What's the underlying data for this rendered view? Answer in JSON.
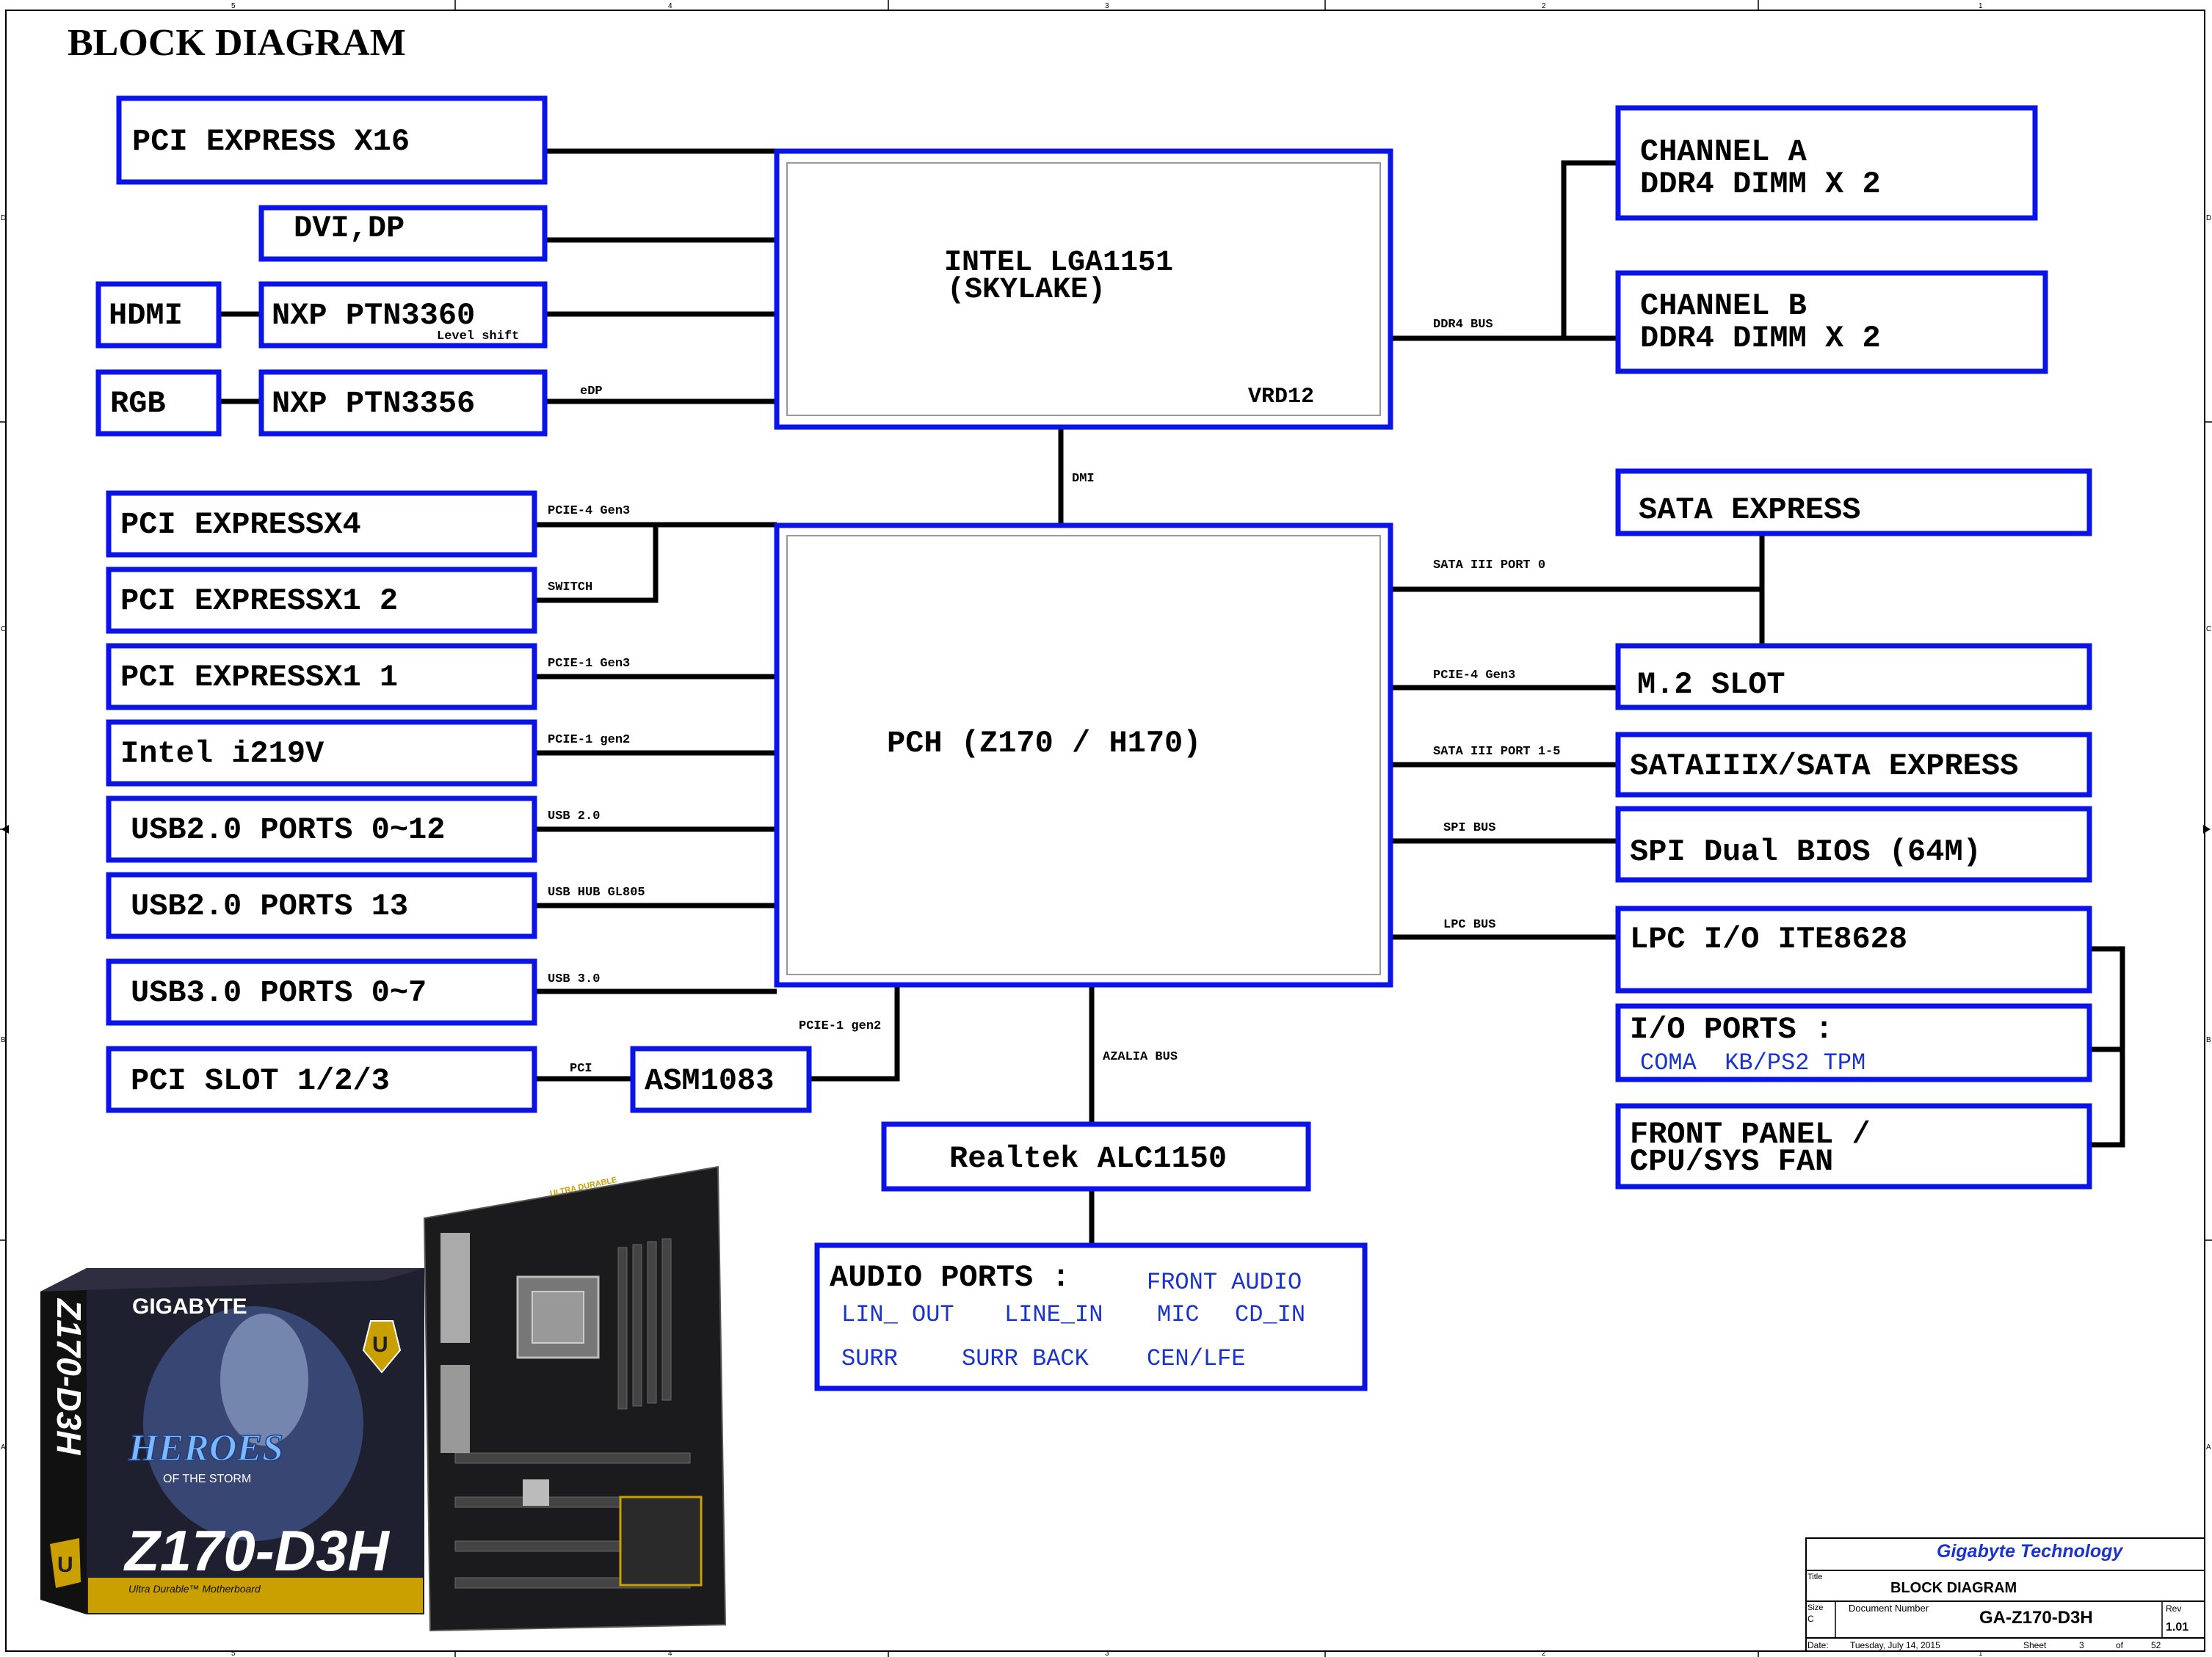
{
  "title": "BLOCK DIAGRAM",
  "colors": {
    "box_border": "#0a14e6",
    "wire": "#000000",
    "blue_text": "#1a33cc"
  },
  "border_labels": {
    "top": [
      "5",
      "4",
      "3",
      "2",
      "1"
    ],
    "bottom": [
      "5",
      "4",
      "3",
      "2",
      "1"
    ],
    "left": [
      "D",
      "C",
      "B",
      "A"
    ],
    "right": [
      "D",
      "C",
      "B",
      "A"
    ]
  },
  "blocks": {
    "cpu": {
      "line1": "INTEL LGA1151",
      "line2": "(SKYLAKE)",
      "vrd": "VRD12"
    },
    "pch": {
      "label": "PCH (Z170 / H170)"
    },
    "pcie_x16": "PCI EXPRESS X16",
    "dvi_dp": "DVI,DP",
    "hdmi": "HDMI",
    "ptn3360": "NXP PTN3360",
    "ptn3360_note": "Level shift",
    "rgb": "RGB",
    "ptn3356": "NXP PTN3356",
    "pcie_x4": "PCI EXPRESSX4",
    "pcie_x1_2": "PCI EXPRESSX1 2",
    "pcie_x1_1": "PCI EXPRESSX1 1",
    "lan": "Intel i219V",
    "usb20_0_12": "USB2.0 PORTS 0~12",
    "usb20_13": "USB2.0 PORTS 13",
    "usb30": "USB3.0 PORTS 0~7",
    "pci_slot": "PCI SLOT 1/2/3",
    "asm1083": "ASM1083",
    "chan_a": {
      "line1": "CHANNEL A",
      "line2": "DDR4  DIMM X 2"
    },
    "chan_b": {
      "line1": "CHANNEL B",
      "line2": "DDR4 DIMM X 2"
    },
    "sata_express": "SATA EXPRESS",
    "m2": "M.2 SLOT",
    "sataiii": "SATAIIIX/SATA EXPRESS",
    "spi": "SPI Dual BIOS (64M)",
    "lpc_io": "LPC I/O ITE8628",
    "io_ports": {
      "line1": "I/O PORTS :",
      "line2": "COMA  KB/PS2 TPM"
    },
    "front_panel": {
      "line1": "FRONT PANEL /",
      "line2": "CPU/SYS FAN"
    },
    "realtek": "Realtek ALC1150",
    "audio": {
      "head": "AUDIO PORTS :",
      "front": "FRONT AUDIO",
      "row1": [
        "LIN_ OUT",
        "LINE_IN",
        "MIC",
        "CD_IN"
      ],
      "row2": [
        "SURR",
        "SURR BACK",
        "CEN/LFE"
      ]
    }
  },
  "signals": {
    "edp": "eDP",
    "ddr4_bus": "DDR4 BUS",
    "dmi": "DMI",
    "pcie4_gen3": "PCIE-4 Gen3",
    "switch": "SWITCH",
    "pcie1_gen3": "PCIE-1 Gen3",
    "pcie1_gen2": "PCIE-1 gen2",
    "usb20": "USB 2.0",
    "usb_hub": "USB HUB GL805",
    "usb30": "USB 3.0",
    "pcie1_gen2_asm": "PCIE-1 gen2",
    "pci": "PCI",
    "azalia": "AZALIA BUS",
    "sata3_port0": "SATA III PORT 0",
    "pcie4_gen3_m2": "PCIE-4 Gen3",
    "sata3_port15": "SATA III PORT 1-5",
    "spi_bus": "SPI BUS",
    "lpc_bus": "LPC BUS"
  },
  "product_box": {
    "brand": "GIGABYTE",
    "model": "Z170-D3H",
    "game": "HEROES",
    "game_sub": "OF THE STORM",
    "tagline": "Ultra Durable™ Motherboard",
    "badge": "ULTRA DURABLE"
  },
  "title_block": {
    "company": "Gigabyte Technology",
    "title_label": "Title",
    "title": "BLOCK DIAGRAM",
    "size_label": "Size",
    "size": "C",
    "docnum_label": "Document Number",
    "docnum": "GA-Z170-D3H",
    "rev_label": "Rev",
    "rev": "1.01",
    "date_label": "Date:",
    "date": "Tuesday, July 14, 2015",
    "sheet_label": "Sheet",
    "sheet": "3",
    "of_label": "of",
    "of": "52"
  }
}
